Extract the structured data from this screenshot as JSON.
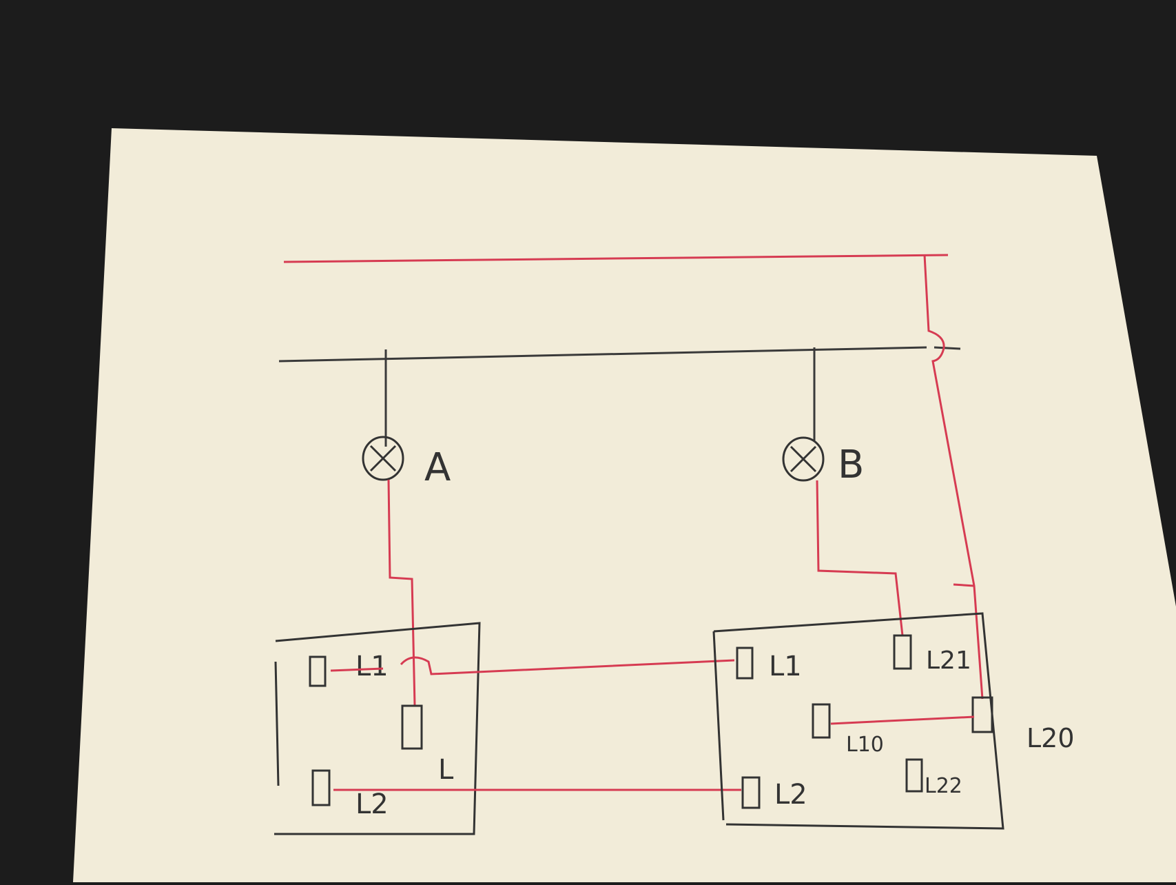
{
  "colors": {
    "background": "#1c1c1c",
    "paper": "#f2ecd9",
    "wire_red": "#d63b52",
    "wire_black": "#3a3a3a",
    "ink": "#333333"
  },
  "lamps": {
    "a": {
      "label": "A"
    },
    "b": {
      "label": "B"
    }
  },
  "left_switch": {
    "terminal_l1": "L1",
    "terminal_l": "L",
    "terminal_l2": "L2"
  },
  "right_switch": {
    "terminal_l1": "L1",
    "terminal_l21": "L21",
    "terminal_l10": "L10",
    "terminal_l20": "L20",
    "terminal_l2": "L2",
    "terminal_l22": "L22"
  }
}
